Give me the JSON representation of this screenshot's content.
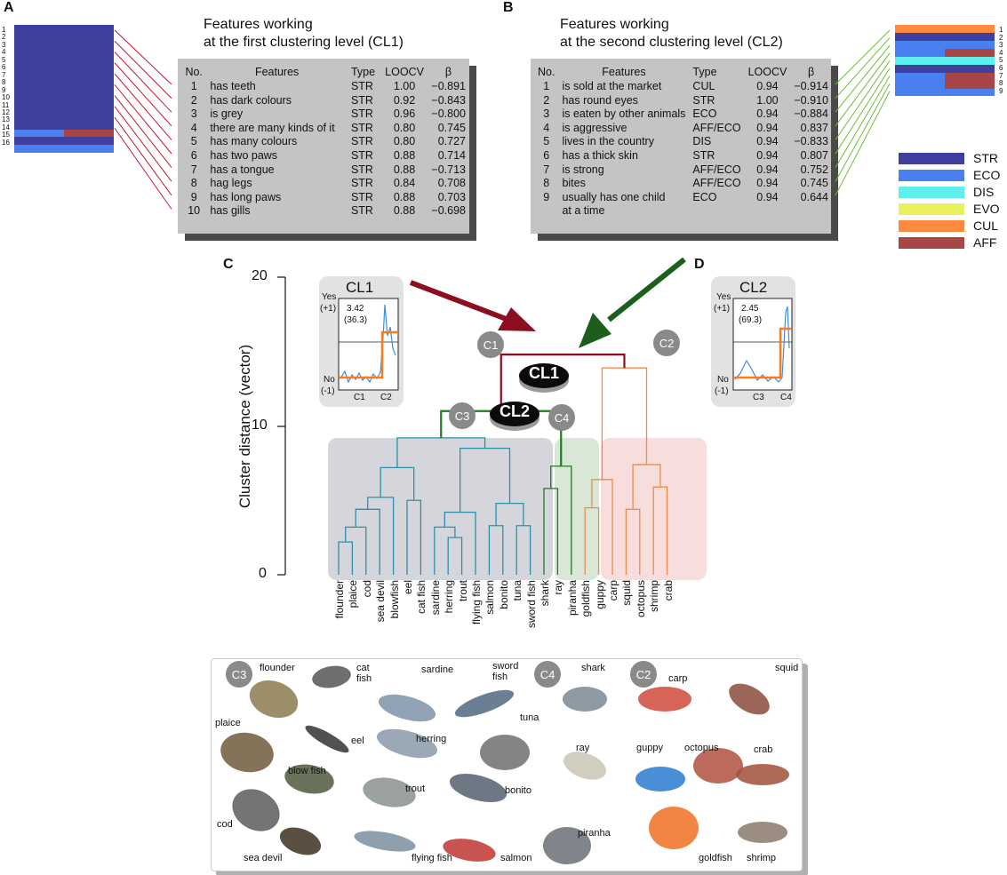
{
  "panels": {
    "a": "A",
    "b": "B",
    "c": "C",
    "d": "D"
  },
  "cl1": {
    "title_line1": "Features working",
    "title_line2": "at the first clustering level (CL1)",
    "headers": [
      "No.",
      "Features",
      "Type",
      "LOOCV",
      "β"
    ],
    "rows": [
      [
        "1",
        "has teeth",
        "STR",
        "1.00",
        "−0.891"
      ],
      [
        "2",
        "has dark colours",
        "STR",
        "0.92",
        "−0.843"
      ],
      [
        "3",
        "is grey",
        "STR",
        "0.96",
        "−0.800"
      ],
      [
        "4",
        "there are many kinds of it",
        "STR",
        "0.80",
        "0.745"
      ],
      [
        "5",
        "has many colours",
        "STR",
        "0.80",
        "0.727"
      ],
      [
        "6",
        "has two paws",
        "STR",
        "0.88",
        "0.714"
      ],
      [
        "7",
        "has a tongue",
        "STR",
        "0.88",
        "−0.713"
      ],
      [
        "8",
        "hag legs",
        "STR",
        "0.84",
        "0.708"
      ],
      [
        "9",
        "has long paws",
        "STR",
        "0.88",
        "0.703"
      ],
      [
        "10",
        "has gills",
        "STR",
        "0.88",
        "−0.698"
      ]
    ],
    "row_numbers": [
      "1",
      "2",
      "3",
      "4",
      "5",
      "6",
      "7",
      "8",
      "9",
      "10",
      "11",
      "12",
      "13",
      "14",
      "15",
      "16"
    ]
  },
  "cl2": {
    "title_line1": "Features working",
    "title_line2": "at the second clustering level (CL2)",
    "headers": [
      "No.",
      "Features",
      "Type",
      "LOOCV",
      "β"
    ],
    "rows": [
      [
        "1",
        "is sold at the market",
        "CUL",
        "0.94",
        "−0.914"
      ],
      [
        "2",
        "has round eyes",
        "STR",
        "1.00",
        "−0.910"
      ],
      [
        "3",
        "is eaten by other animals",
        "ECO",
        "0.94",
        "−0.884"
      ],
      [
        "4",
        "is aggressive",
        "AFF/ECO",
        "0.94",
        "0.837"
      ],
      [
        "5",
        "lives in the country",
        "DIS",
        "0.94",
        "−0.833"
      ],
      [
        "6",
        "has a thick skin",
        "STR",
        "0.94",
        "0.807"
      ],
      [
        "7",
        "is strong",
        "AFF/ECO",
        "0.94",
        "0.752"
      ],
      [
        "8",
        "bites",
        "AFF/ECO",
        "0.94",
        "0.745"
      ],
      [
        "9",
        "usually has one child",
        "ECO",
        "0.94",
        "0.644"
      ]
    ],
    "row9_cont": "at a time",
    "row_numbers": [
      "1",
      "2",
      "3",
      "4",
      "5",
      "6",
      "7",
      "8",
      "9"
    ]
  },
  "legend": [
    {
      "label": "STR",
      "color": "#3f3f9e"
    },
    {
      "label": "ECO",
      "color": "#4a7ff0"
    },
    {
      "label": "DIS",
      "color": "#5ef0ee"
    },
    {
      "label": "EVO",
      "color": "#eaf05c"
    },
    {
      "label": "CUL",
      "color": "#ff8a3d"
    },
    {
      "label": "AFF",
      "color": "#a84545"
    }
  ],
  "colors": {
    "str": "#3f3f9e",
    "eco": "#4a7ff0",
    "cul": "#ff8a3d",
    "aff": "#a84545",
    "c3": "#2f8faa",
    "c4": "#237a23",
    "c2": "#f08a4a",
    "cl1_arrow": "#8b0f1e",
    "cl2_arrow": "#1c5e1c"
  },
  "dendrogram": {
    "ylabel": "Cluster distance (vector)",
    "yticks": [
      "0",
      "10",
      "20"
    ],
    "labels": [
      "flounder",
      "plaice",
      "cod",
      "sea devil",
      "blowfish",
      "eel",
      "cat fish",
      "sardine",
      "herring",
      "trout",
      "flying fish",
      "salmon",
      "bonito",
      "tuna",
      "sword fish",
      "shark",
      "ray",
      "piranha",
      "goldfish",
      "guppy",
      "carp",
      "squid",
      "octopus",
      "shrimp",
      "crab"
    ],
    "node_cl1": "CL1",
    "node_cl2": "CL2",
    "badges": [
      "C1",
      "C2",
      "C3",
      "C4"
    ]
  },
  "inset_cl1": {
    "title": "CL1",
    "yes": "Yes",
    "plus": "(+1)",
    "no": "No",
    "minus": "(-1)",
    "value": "3.42",
    "value2": "(36.3)",
    "x1": "C1",
    "x2": "C2"
  },
  "inset_cl2": {
    "title": "CL2",
    "yes": "Yes",
    "plus": "(+1)",
    "no": "No",
    "minus": "(-1)",
    "value": "2.45",
    "value2": "(69.3)",
    "x1": "C3",
    "x2": "C4"
  },
  "gallery": {
    "badges": [
      "C3",
      "C4",
      "C2"
    ],
    "labels": [
      "flounder",
      "cat",
      "fish",
      "sardine",
      "sword",
      "fish",
      "plaice",
      "eel",
      "herring",
      "tuna",
      "blow fish",
      "trout",
      "bonito",
      "cod",
      "sea devil",
      "flying fish",
      "salmon",
      "shark",
      "ray",
      "piranha",
      "carp",
      "guppy",
      "octopus",
      "goldfish",
      "squid",
      "crab",
      "shrimp"
    ]
  }
}
